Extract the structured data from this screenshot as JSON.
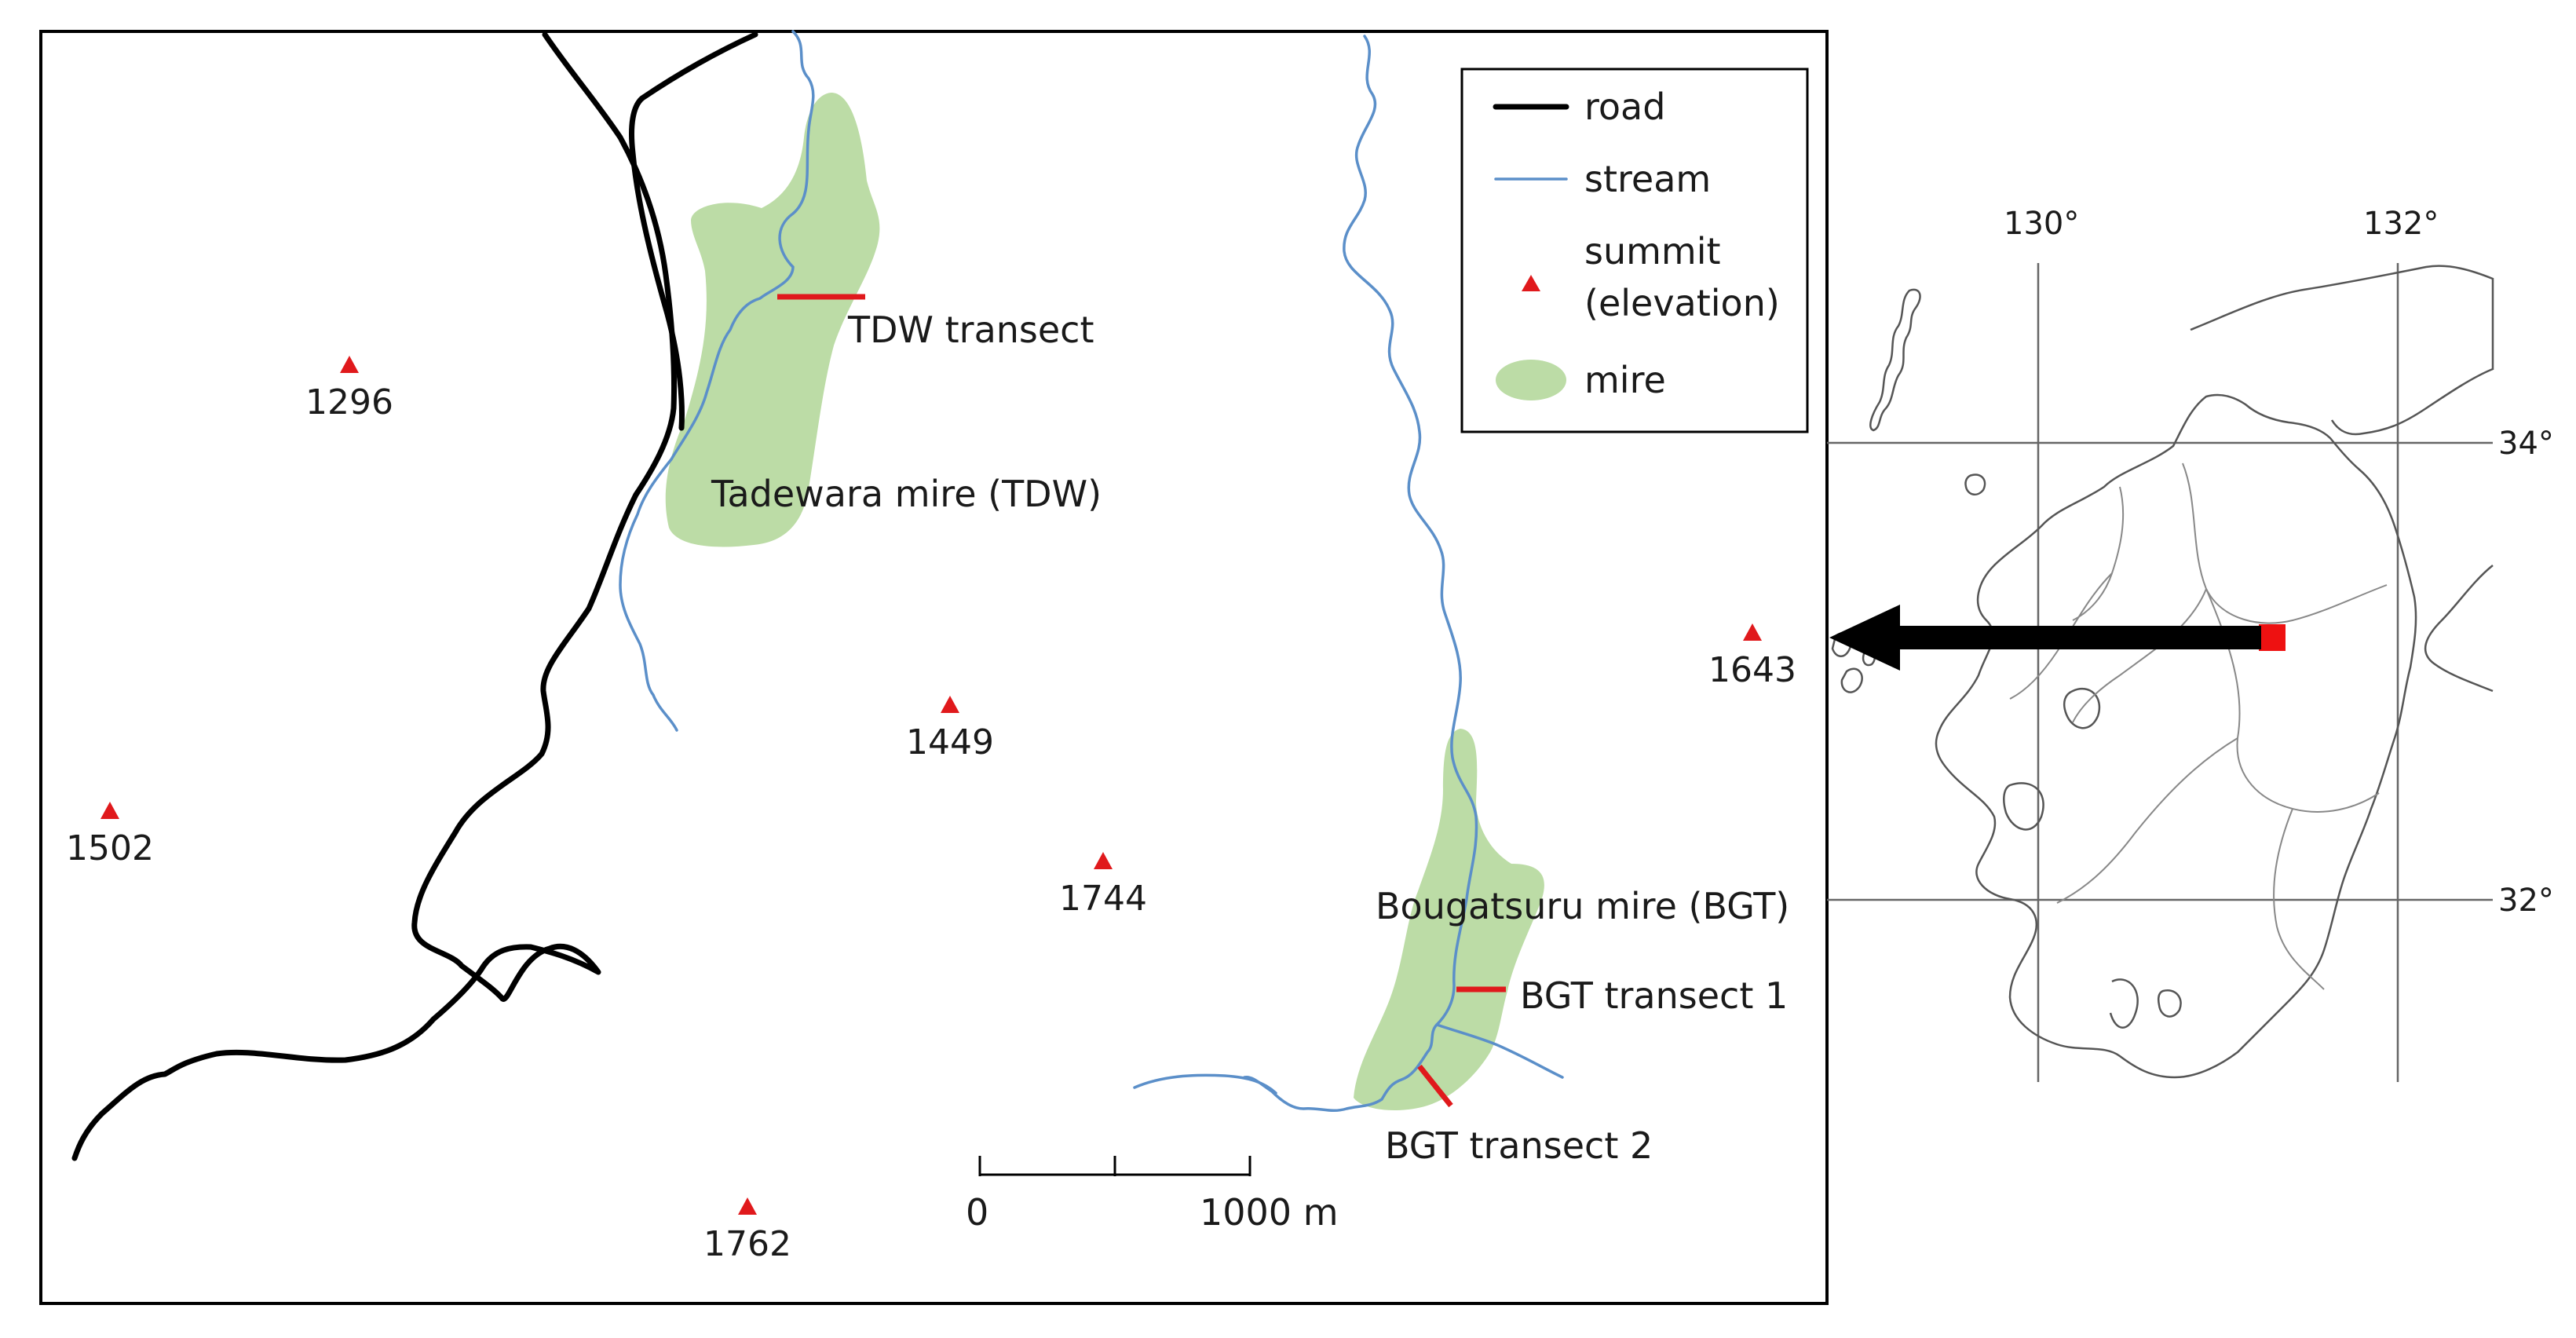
{
  "colors": {
    "road": "#000000",
    "stream": "#5b8fc9",
    "summit": "#e0191c",
    "mire": "#bcdca6",
    "transect": "#e0191c",
    "frame": "#000000",
    "coast": "#555555",
    "location_marker": "#ee1111",
    "arrow": "#000000"
  },
  "legend": {
    "road": "road",
    "stream": "stream",
    "summit_line1": "summit",
    "summit_line2": "(elevation)",
    "mire": "mire"
  },
  "mires": {
    "tdw": "Tadewara mire (TDW)",
    "bgt": "Bougatsuru mire (BGT)"
  },
  "transects": {
    "tdw": "TDW transect",
    "bgt1": "BGT transect 1",
    "bgt2": "BGT transect 2"
  },
  "summits": [
    {
      "elevation": "1296"
    },
    {
      "elevation": "1449"
    },
    {
      "elevation": "1502"
    },
    {
      "elevation": "1744"
    },
    {
      "elevation": "1643"
    },
    {
      "elevation": "1762"
    }
  ],
  "scale_bar": {
    "zero": "0",
    "end": "1000 m"
  },
  "inset": {
    "lon_130": "130°",
    "lon_132": "132°",
    "lat_34": "34°",
    "lat_32": "32°"
  }
}
